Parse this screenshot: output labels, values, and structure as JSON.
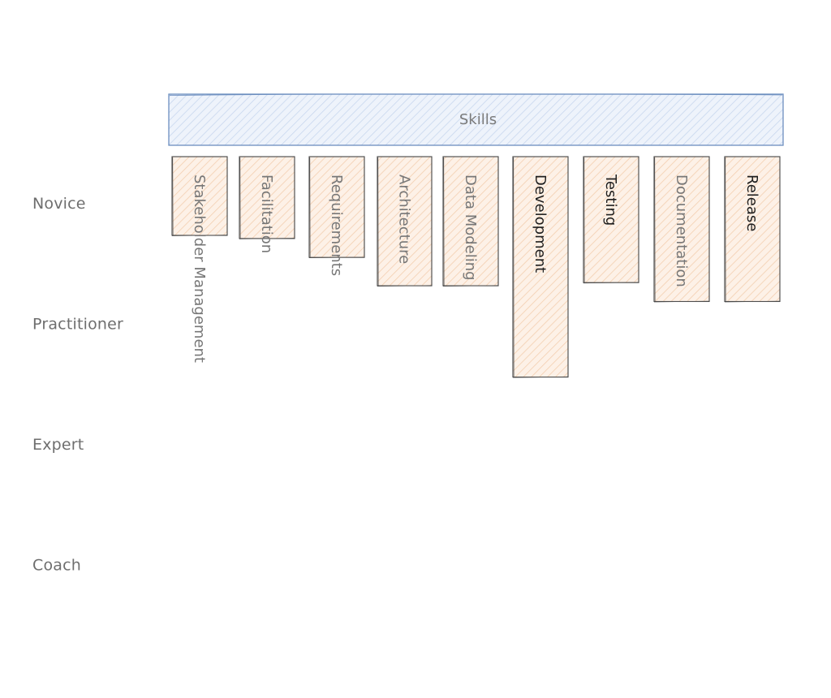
{
  "header": {
    "label": "Skills",
    "fill": "#e7eef9",
    "stroke": "#6c8ebf"
  },
  "levels": [
    "Novice",
    "Practitioner",
    "Expert",
    "Coach"
  ],
  "skill_style": {
    "fill": "#fbe6d6",
    "hatch": "#f2c9a7",
    "stroke": "#444444"
  },
  "skills": [
    {
      "label": "Stakeholder Management",
      "level": 1.25
    },
    {
      "label": "Facilitation",
      "level": 1.3
    },
    {
      "label": "Requirements",
      "level": 1.6
    },
    {
      "label": "Architecture",
      "level": 2.05
    },
    {
      "label": "Data Modeling",
      "level": 2.05
    },
    {
      "label": "Development",
      "level": 3.5
    },
    {
      "label": "Testing",
      "level": 2.0
    },
    {
      "label": "Documentation",
      "level": 2.3
    },
    {
      "label": "Release",
      "level": 2.3
    }
  ]
}
